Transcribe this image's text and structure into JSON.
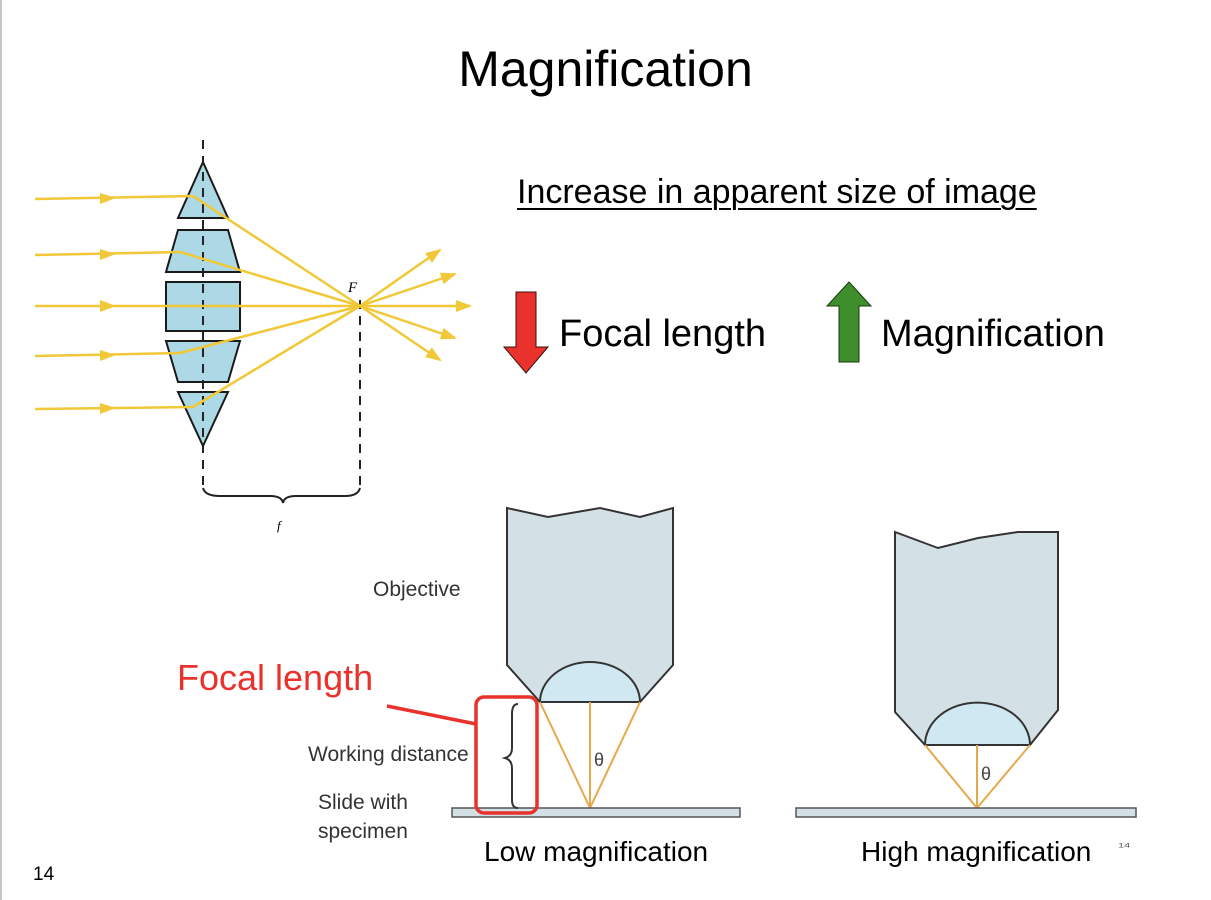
{
  "slide": {
    "title": "Magnification",
    "subtitle": "Increase in apparent size of image",
    "slide_number": "14",
    "corner_mark": "14"
  },
  "relation": {
    "focal_length_label": "Focal length",
    "magnification_label": "Magnification",
    "down_arrow_icon": "red-down-arrow-icon",
    "up_arrow_icon": "green-up-arrow-icon",
    "down_color": "#e8322b",
    "up_color": "#3e8e2c"
  },
  "lens_diagram": {
    "focal_point_label": "F",
    "focal_length_symbol": "f",
    "lens_color": "#add8e6",
    "ray_color": "#f0c838"
  },
  "objective_diagram": {
    "objective_label": "Objective",
    "focal_length_callout": "Focal length",
    "working_distance_label": "Working distance",
    "slide_label_line1": "Slide with",
    "slide_label_line2": "specimen",
    "theta_symbol": "θ",
    "low_caption": "Low magnification",
    "high_caption": "High magnification",
    "body_color": "#d3e0e6",
    "callout_color": "#e8322b",
    "cone_color": "#e6a84a"
  }
}
